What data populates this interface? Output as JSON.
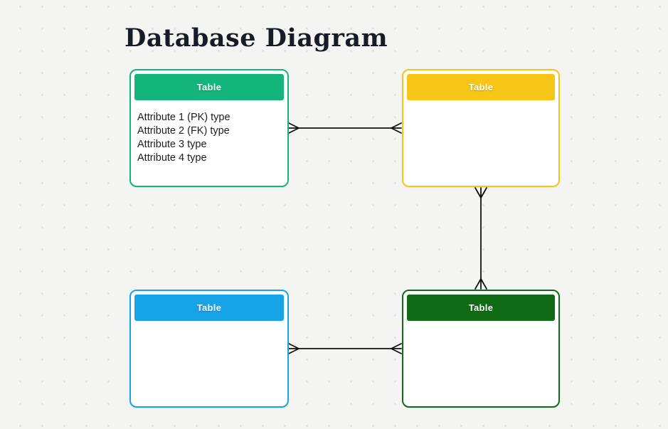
{
  "title": "Database Diagram",
  "canvas": {
    "background_color": "#f4f4f2",
    "dot_grid_color": "#d6d6d2",
    "connector_color": "#111111"
  },
  "tables": [
    {
      "id": "table-top-left",
      "label": "Table",
      "color": "#13b57b",
      "attributes": [
        "Attribute 1 (PK) type",
        "Attribute 2 (FK) type",
        "Attribute 3 type",
        "Attribute 4 type"
      ]
    },
    {
      "id": "table-top-right",
      "label": "Table",
      "color": "#f6c516",
      "attributes": []
    },
    {
      "id": "table-bottom-left",
      "label": "Table",
      "color": "#17a3e8",
      "attributes": []
    },
    {
      "id": "table-bottom-right",
      "label": "Table",
      "color": "#0f6b14",
      "attributes": []
    }
  ],
  "connectors": [
    {
      "id": "top-left-to-top-right",
      "from": "table-top-left",
      "to": "table-top-right",
      "notation": "many-to-many crow's foot"
    },
    {
      "id": "top-right-to-bottom-right",
      "from": "table-top-right",
      "to": "table-bottom-right",
      "notation": "many-to-many crow's foot"
    },
    {
      "id": "bottom-left-to-bottom-right",
      "from": "table-bottom-left",
      "to": "table-bottom-right",
      "notation": "many-to-many crow's foot"
    }
  ]
}
